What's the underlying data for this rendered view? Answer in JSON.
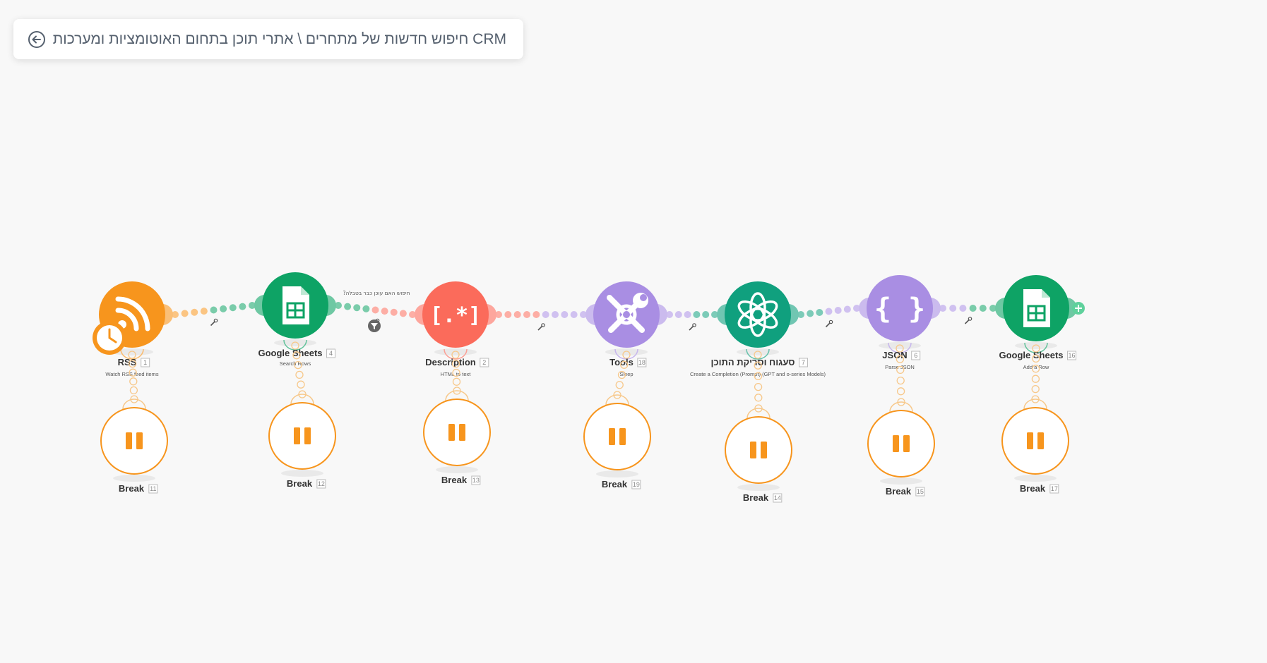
{
  "header": {
    "title": "CRM חיפוש חדשות של מתחרים \\ אתרי תוכן בתחום האוטומציות ומערכות",
    "back_icon": "arrow-left-circle-icon"
  },
  "filter_label": "?חיפוש האם עוכן כבר בטבלה",
  "modules": [
    {
      "name": "RSS",
      "id": "1",
      "sub": "Watch RSS feed items",
      "color": "#f7951d",
      "icon": "rss-icon"
    },
    {
      "name": "Google Sheets",
      "id": "4",
      "sub": "Search Rows",
      "color": "#0ea365",
      "icon": "google-sheets-icon"
    },
    {
      "name": "Description",
      "id": "2",
      "sub": "HTML to text",
      "color": "#fb6b5b",
      "icon": "regex-icon"
    },
    {
      "name": "Tools",
      "id": "18",
      "sub": "Sleep",
      "color": "#a98ee3",
      "icon": "tools-icon"
    },
    {
      "name": "סעגוח וסריקת התוכן",
      "id": "7",
      "sub": "Create a Completion (Prompt) (GPT and o-series Models)",
      "color": "#10a07e",
      "icon": "openai-icon"
    },
    {
      "name": "JSON",
      "id": "6",
      "sub": "Parse JSON",
      "color": "#a98ee3",
      "icon": "json-icon"
    },
    {
      "name": "Google Sheets",
      "id": "16",
      "sub": "Add a Row",
      "color": "#0ea365",
      "icon": "google-sheets-icon"
    }
  ],
  "breaks": [
    {
      "name": "Break",
      "id": "11"
    },
    {
      "name": "Break",
      "id": "12"
    },
    {
      "name": "Break",
      "id": "13"
    },
    {
      "name": "Break",
      "id": "19"
    },
    {
      "name": "Break",
      "id": "14"
    },
    {
      "name": "Break",
      "id": "15"
    },
    {
      "name": "Break",
      "id": "17"
    }
  ],
  "colors": {
    "break": "#f7951d",
    "canvas": "#f8f8f8"
  }
}
